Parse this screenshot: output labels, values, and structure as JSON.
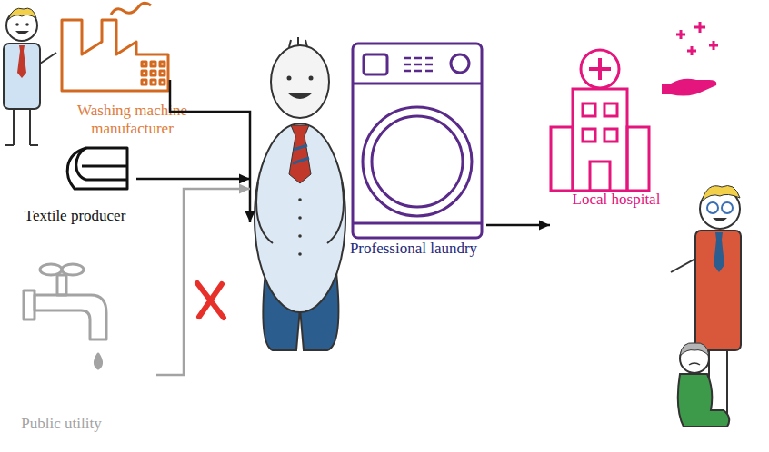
{
  "diagram": {
    "nodes": [
      {
        "text": [
          "Washing machine manufacturer"
        ]
      },
      {
        "text": [
          "Textile producer"
        ]
      },
      {
        "text": [
          "Public utility"
        ]
      },
      {
        "text": [
          "Professional laundry"
        ]
      },
      {
        "text": [
          "Local hospital"
        ]
      }
    ],
    "edges": [
      {
        "from": 0,
        "to": 3,
        "arrow": "to"
      },
      {
        "from": 1,
        "to": 3,
        "arrow": "to"
      },
      {
        "from": 2,
        "to": 3,
        "arrow": "to"
      },
      {
        "from": 3,
        "to": 4,
        "arrow": "to"
      }
    ]
  }
}
